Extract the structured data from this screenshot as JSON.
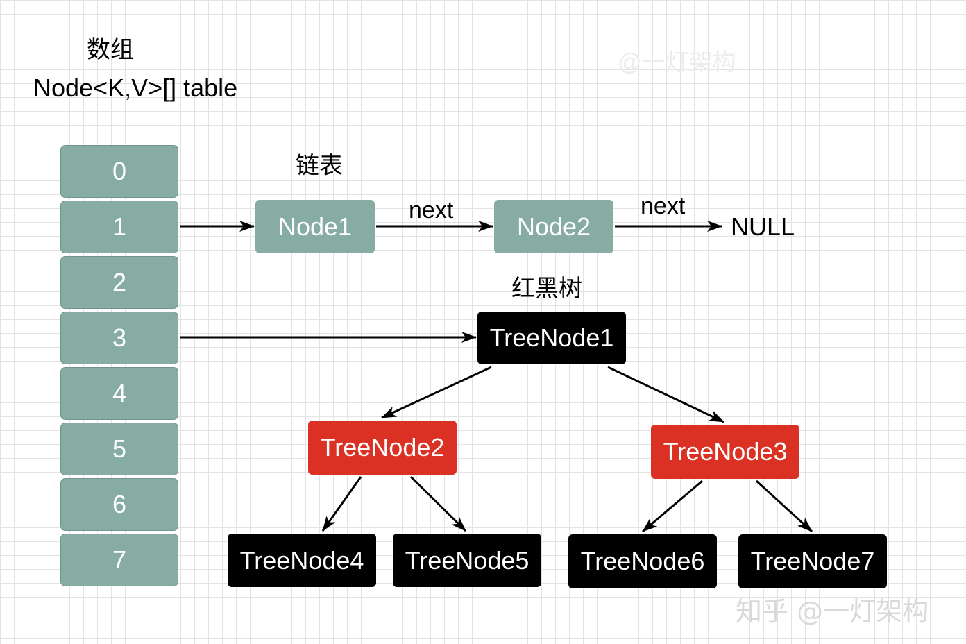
{
  "title": "数组",
  "array_label": "Node<K,V>[] table",
  "array_cells": [
    "0",
    "1",
    "2",
    "3",
    "4",
    "5",
    "6",
    "7"
  ],
  "linked_list": {
    "heading": "链表",
    "node1": "Node1",
    "node2": "Node2",
    "edge1": "next",
    "edge2": "next",
    "end": "NULL"
  },
  "tree": {
    "heading": "红黑树",
    "node1": "TreeNode1",
    "node2": "TreeNode2",
    "node3": "TreeNode3",
    "node4": "TreeNode4",
    "node5": "TreeNode5",
    "node6": "TreeNode6",
    "node7": "TreeNode7"
  },
  "colors": {
    "cell": "#87aca3",
    "black_node": "#000000",
    "red_node": "#db3125"
  },
  "watermarks": {
    "top": "@一灯架构",
    "bottom": "知乎 @一灯架构"
  }
}
